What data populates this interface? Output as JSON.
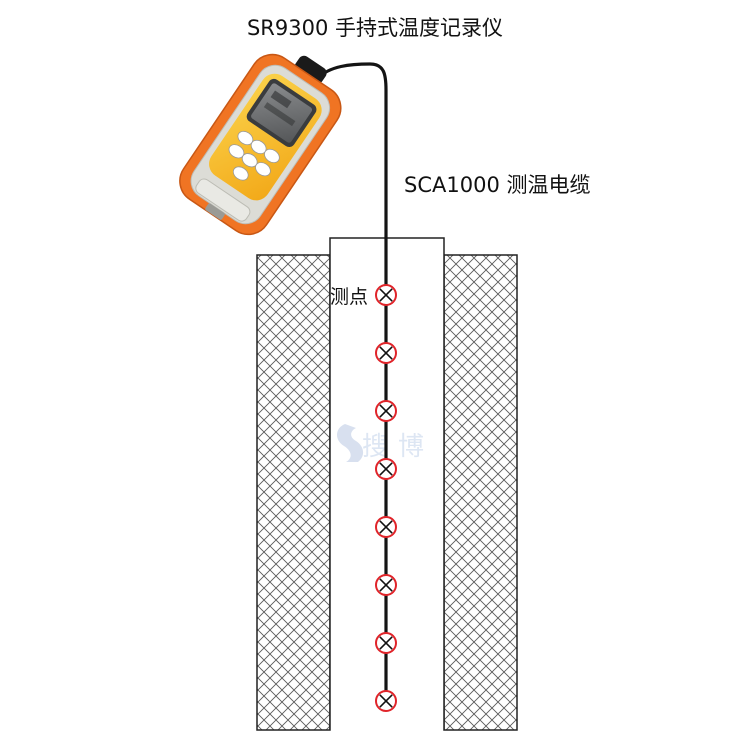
{
  "title": "SR9300 手持式温度记录仪",
  "cable_label": "SCA1000 测温电缆",
  "measure_point_label": "测点",
  "watermark": "搜博",
  "colors": {
    "device_orange": "#f47a2a",
    "device_yellow": "#f7c21e",
    "device_gray": "#d7d7d2",
    "screen": "#6f7173",
    "cable": "#151515",
    "sensor_ring": "#e0242a",
    "hatch": "#555555",
    "watermark": "#c9d6ea"
  }
}
